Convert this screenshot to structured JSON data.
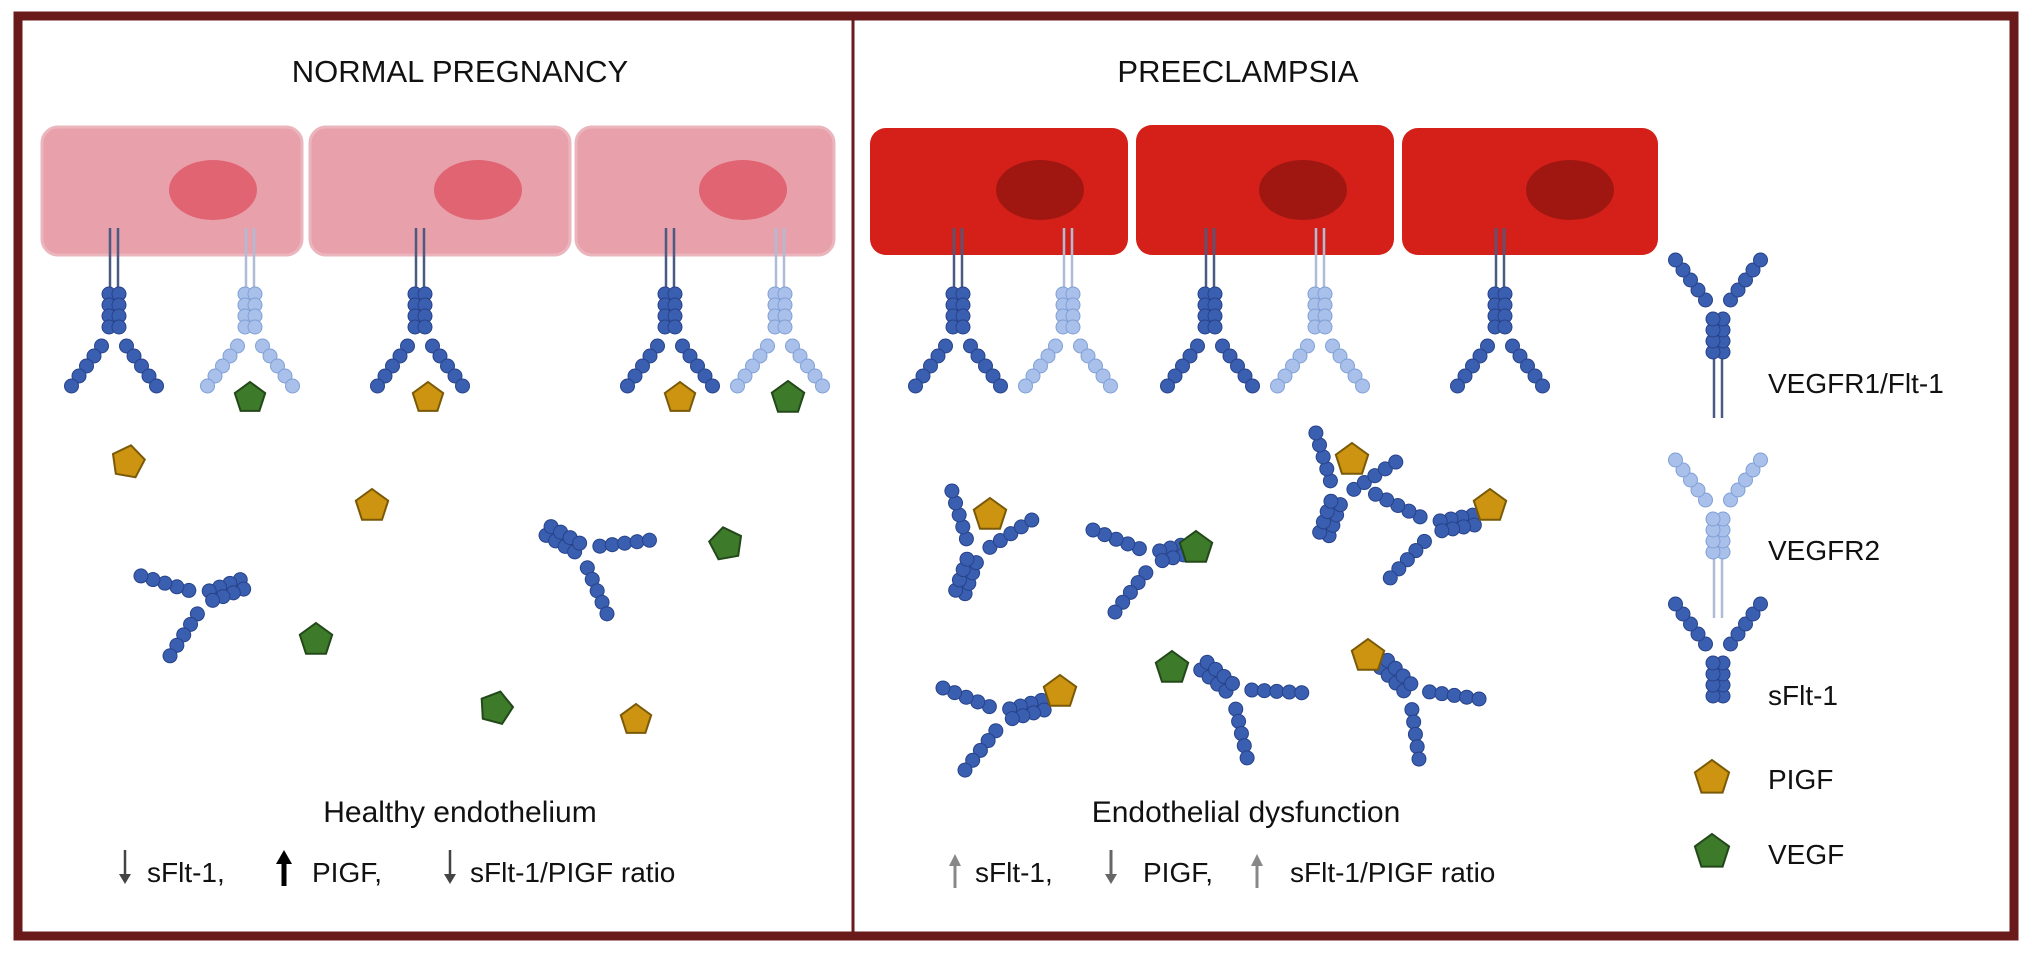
{
  "colors": {
    "frame": "#6b1a1c",
    "normal_cell": "#e8a0ab",
    "normal_nucleus": "#e06472",
    "pe_cell": "#d42019",
    "pe_nucleus": "#a01712",
    "vegfr1_dark": "#3a5fb0",
    "vegfr2_light": "#a9c1ea",
    "pigf": "#cc9410",
    "vegf": "#3d7a2a"
  },
  "panels": {
    "normal": {
      "title": "NORMAL PREGNANCY",
      "caption": "Healthy endothelium",
      "summary": [
        {
          "arrow": "down",
          "label": "sFlt-1,"
        },
        {
          "arrow": "up-bold",
          "label": "PIGF,"
        },
        {
          "arrow": "down",
          "label": "sFlt-1/PIGF ratio"
        }
      ]
    },
    "preeclampsia": {
      "title": "PREECLAMPSIA",
      "caption": "Endothelial dysfunction",
      "summary": [
        {
          "arrow": "up",
          "label": "sFlt-1,"
        },
        {
          "arrow": "down",
          "label": "PIGF,"
        },
        {
          "arrow": "up",
          "label": "sFlt-1/PIGF ratio"
        }
      ]
    }
  },
  "legend": [
    {
      "icon": "vegfr1-icon",
      "label": "VEGFR1/Flt-1"
    },
    {
      "icon": "vegfr2-icon",
      "label": "VEGFR2"
    },
    {
      "icon": "sflt1-icon",
      "label": "sFlt-1"
    },
    {
      "icon": "pigf-pentagon-icon",
      "label": "PIGF"
    },
    {
      "icon": "vegf-pentagon-icon",
      "label": "VEGF"
    }
  ]
}
